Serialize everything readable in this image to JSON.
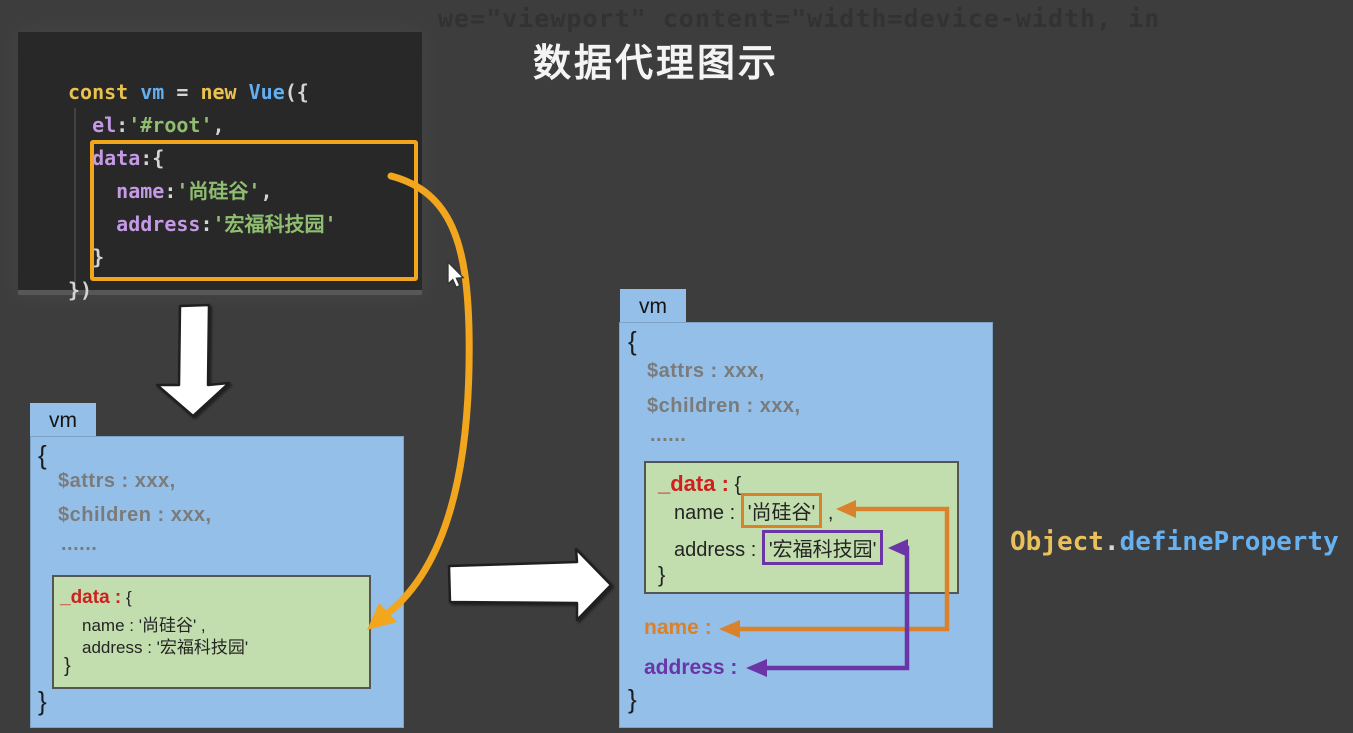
{
  "title": "数据代理图示",
  "ghost": {
    "top_line": "we=\"viewport\" content=\"width=device-width, in"
  },
  "code": {
    "l1": {
      "c1": "const ",
      "c2": "vm",
      "c3": " = ",
      "c4": "new ",
      "c5": "Vue",
      "c6": "({"
    },
    "l2": {
      "c1": "  el",
      "c2": ":",
      "c3": "'#root'",
      "c4": ","
    },
    "l3": {
      "c1": "  data",
      "c2": ":{"
    },
    "l4": {
      "c1": "    name",
      "c2": ":",
      "c3": "'尚硅谷'",
      "c4": ","
    },
    "l5": {
      "c1": "    address",
      "c2": ":",
      "c3": "'宏福科技园'"
    },
    "l6": {
      "c1": "  }"
    },
    "l7": {
      "c1": "})"
    }
  },
  "vm_left": {
    "tab": "vm",
    "brace_open": "{",
    "line_attrs": "$attrs : xxx,",
    "line_children": "$children : xxx,",
    "line_ellipsis": "......",
    "data_block": {
      "key": "_data :",
      "after_key": " {",
      "name_line": "name : '尚硅谷' ,",
      "address_line": "address : '宏福科技园'",
      "close": "}"
    },
    "brace_close": "}"
  },
  "vm_right": {
    "tab": "vm",
    "brace_open": "{",
    "line_attrs": "$attrs : xxx,",
    "line_children": "$children : xxx,",
    "line_ellipsis": "......",
    "data_block": {
      "key": "_data :",
      "after_key": " {",
      "name_label": "name : ",
      "name_value": "'尚硅谷'",
      "name_comma": " ,",
      "address_label": "address : ",
      "address_value": "'宏福科技园'",
      "close": "}"
    },
    "proxy_name_label": "name :",
    "proxy_address_label": "address :",
    "brace_close": "}"
  },
  "side_note": {
    "object": "Object",
    "dot": ".",
    "method": "defineProperty"
  },
  "colors": {
    "background": "#3d3d3d",
    "code_panel_bg": "#282828",
    "box_blue": "#93bfe8",
    "box_green": "#c3deae",
    "highlight_orange": "#f2a61d",
    "connector_orange": "#d9822b",
    "connector_purple": "#6b35a8",
    "data_key_red": "#cf1f1f",
    "code_gold": "#eac14f",
    "code_blue": "#62aeef",
    "code_purple": "#c49ae6",
    "code_green": "#8fbe70",
    "muted_gray": "#7b7b7b"
  }
}
